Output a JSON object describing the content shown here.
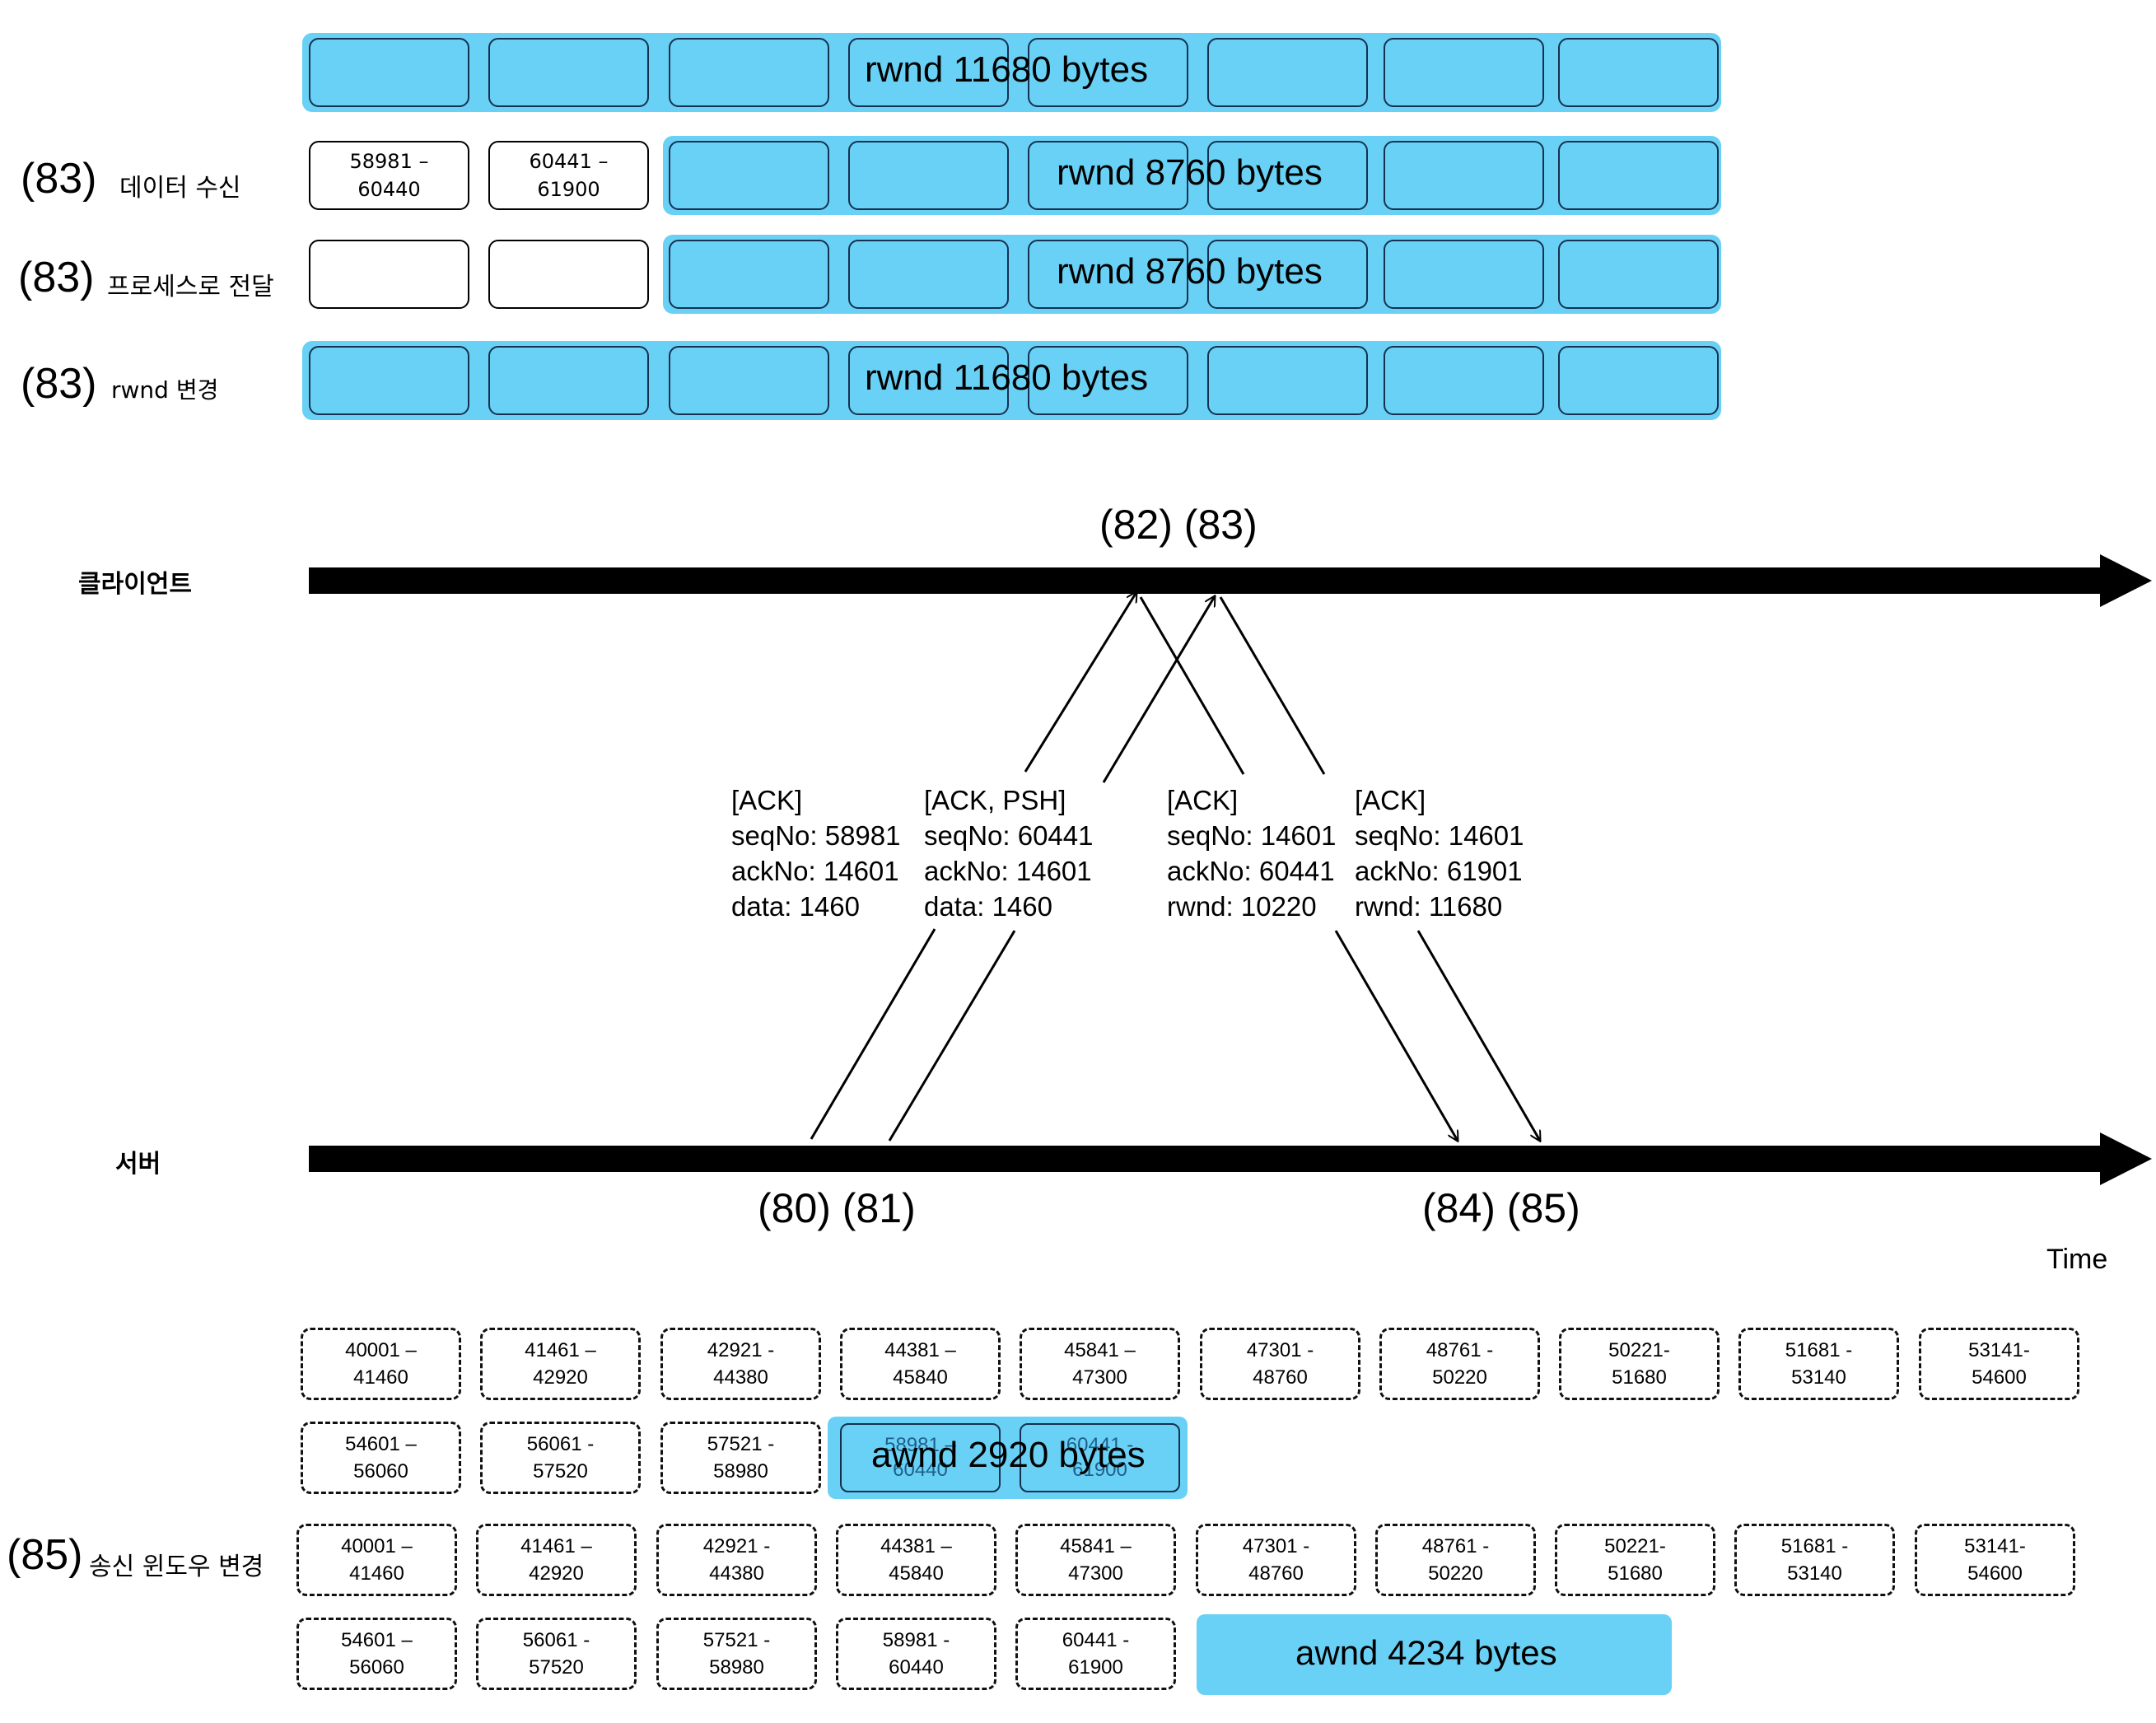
{
  "receiver_rows": [
    {
      "num": "",
      "desc": "",
      "window": "rwnd 11680 bytes",
      "segments": []
    },
    {
      "num": "(83)",
      "desc": "데이터 수신",
      "window": "rwnd 8760 bytes",
      "segments": [
        "58981 –\n60440",
        "60441 –\n61900"
      ]
    },
    {
      "num": "(83)",
      "desc": "프로세스로 전달",
      "window": "rwnd 8760 bytes",
      "segments": [
        "",
        ""
      ]
    },
    {
      "num": "(83)",
      "desc": "rwnd 변경",
      "window": "rwnd 11680 bytes",
      "segments": []
    }
  ],
  "timeline": {
    "client_label": "클라이언트",
    "server_label": "서버",
    "time_label": "Time",
    "client_events": "(82) (83)",
    "server_events_left": "(80) (81)",
    "server_events_right": "(84) (85)"
  },
  "messages": [
    {
      "lines": [
        "[ACK]",
        "seqNo: 58981",
        "ackNo: 14601",
        "data: 1460"
      ]
    },
    {
      "lines": [
        "[ACK, PSH]",
        "seqNo: 60441",
        "ackNo: 14601",
        "data: 1460"
      ]
    },
    {
      "lines": [
        "[ACK]",
        "seqNo: 14601",
        "ackNo: 60441",
        "rwnd: 10220"
      ]
    },
    {
      "lines": [
        "[ACK]",
        "seqNo: 14601",
        "ackNo: 61901",
        "rwnd: 11680"
      ]
    }
  ],
  "sender_before": {
    "row1": [
      "40001 –\n41460",
      "41461 –\n42920",
      "42921 -\n44380",
      "44381 –\n45840",
      "45841 –\n47300",
      "47301 -\n48760",
      "48761 -\n50220",
      "50221-\n51680",
      "51681 -\n53140",
      "53141-\n54600"
    ],
    "row2": [
      "54601 –\n56060",
      "56061 -\n57520",
      "57521 -\n58980"
    ],
    "awnd_cells": [
      "58981 –\n60440",
      "60441 -\n61900"
    ],
    "awnd_label": "awnd 2920 bytes"
  },
  "sender_after": {
    "num": "(85)",
    "desc": "송신 윈도우 변경",
    "row1": [
      "40001 –\n41460",
      "41461 –\n42920",
      "42921 -\n44380",
      "44381 –\n45840",
      "45841 –\n47300",
      "47301 -\n48760",
      "48761 -\n50220",
      "50221-\n51680",
      "51681 -\n53140",
      "53141-\n54600"
    ],
    "row2": [
      "54601 –\n56060",
      "56061 -\n57520",
      "57521 -\n58980",
      "58981 -\n60440",
      "60441 -\n61900"
    ],
    "awnd_label": "awnd 4234 bytes"
  },
  "colors": {
    "window_fill": "#69d1f5",
    "cell_border": "#17304f"
  }
}
